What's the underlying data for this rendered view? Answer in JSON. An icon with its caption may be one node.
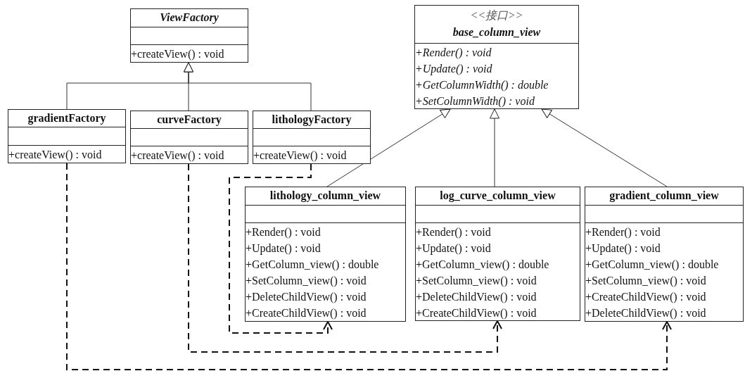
{
  "diagram": {
    "nodes": [
      {
        "text": [
          "ViewFactory",
          "+createView() : void"
        ]
      },
      {
        "text": [
          "<<接口>>",
          "base_column_view",
          "+Render() : void",
          "+Update() : void",
          "+GetColumnWidth() : double",
          "+SetColumnWidth() : void"
        ]
      },
      {
        "text": [
          "gradientFactory",
          "+createView() : void"
        ]
      },
      {
        "text": [
          "curveFactory",
          "+createView() : void"
        ]
      },
      {
        "text": [
          "lithologyFactory",
          "+createView() : void"
        ]
      },
      {
        "text": [
          "lithology_column_view",
          "+Render() : void",
          "+Update() : void",
          "+GetColumn_view() : double",
          "+SetColumn_view() : void",
          "+DeleteChildView() : void",
          "+CreateChildView() : void"
        ]
      },
      {
        "text": [
          "log_curve_column_view",
          "+Render() : void",
          "+Update() : void",
          "+GetColumn_view() : double",
          "+SetColumn_view() : void",
          "+DeleteChildView() : void",
          "+CreateChildView() : void"
        ]
      },
      {
        "text": [
          "gradient_column_view",
          "+Render() : void",
          "+Update() : void",
          "+GetColumn_view() : double",
          "+SetColumn_view() : void",
          "+CreateChildView() : void",
          "+DeleteChildView() : void"
        ]
      }
    ],
    "edges": [
      {
        "from": 2,
        "to": 0,
        "arrow": "to"
      },
      {
        "from": 3,
        "to": 0,
        "arrow": "to"
      },
      {
        "from": 4,
        "to": 0,
        "arrow": "to"
      },
      {
        "from": 5,
        "to": 1,
        "arrow": "to"
      },
      {
        "from": 6,
        "to": 1,
        "arrow": "to"
      },
      {
        "from": 7,
        "to": 1,
        "arrow": "to"
      },
      {
        "from": 4,
        "to": 5,
        "arrow": "to",
        "style": "dashed"
      },
      {
        "from": 3,
        "to": 6,
        "arrow": "to",
        "style": "dashed"
      },
      {
        "from": 2,
        "to": 7,
        "arrow": "to",
        "style": "dashed"
      }
    ]
  }
}
